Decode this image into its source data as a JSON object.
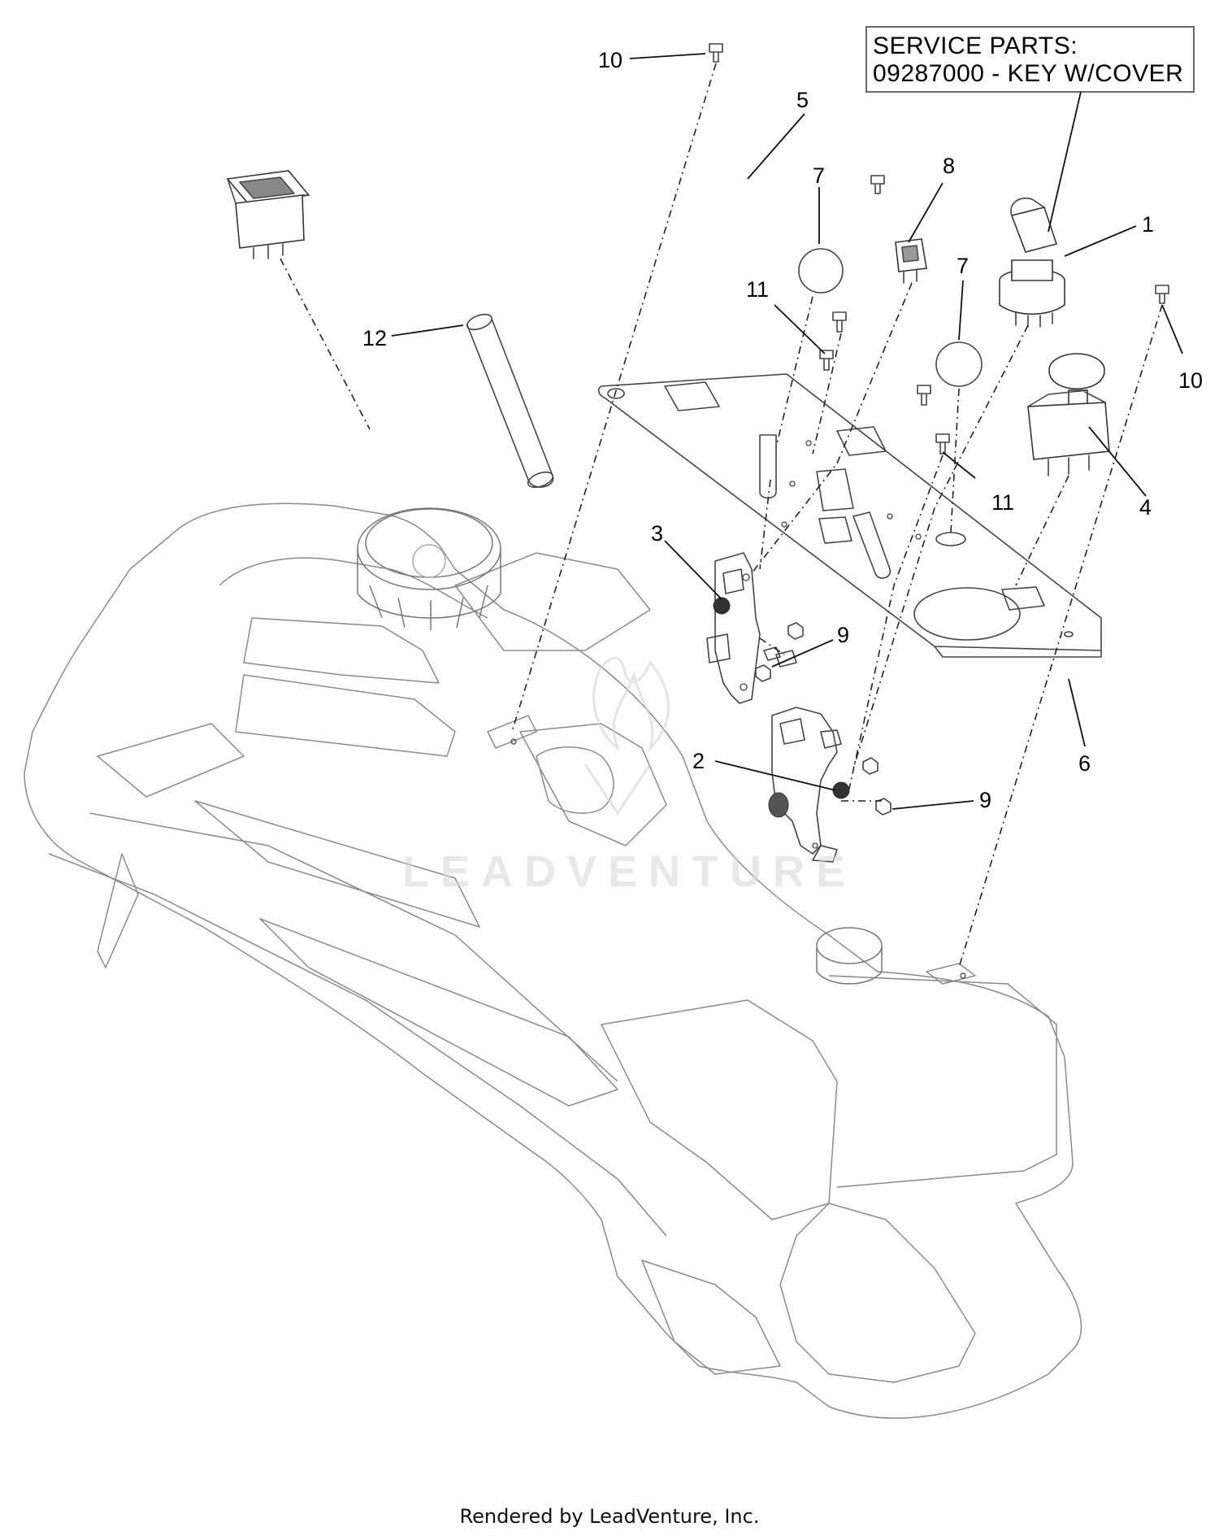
{
  "service_box": {
    "line1": "SERVICE PARTS:",
    "line2": "09287000 - KEY W/COVER"
  },
  "callouts": {
    "c10a": "10",
    "c5": "5",
    "c7a": "7",
    "c8": "8",
    "c1": "1",
    "c7b": "7",
    "c11a": "11",
    "c12": "12",
    "c10b": "10",
    "c11b": "11",
    "c4": "4",
    "c3": "3",
    "c9a": "9",
    "c6": "6",
    "c2": "2",
    "c9b": "9"
  },
  "watermark": "LEADVENTURE",
  "credit": "Rendered by LeadVenture, Inc."
}
